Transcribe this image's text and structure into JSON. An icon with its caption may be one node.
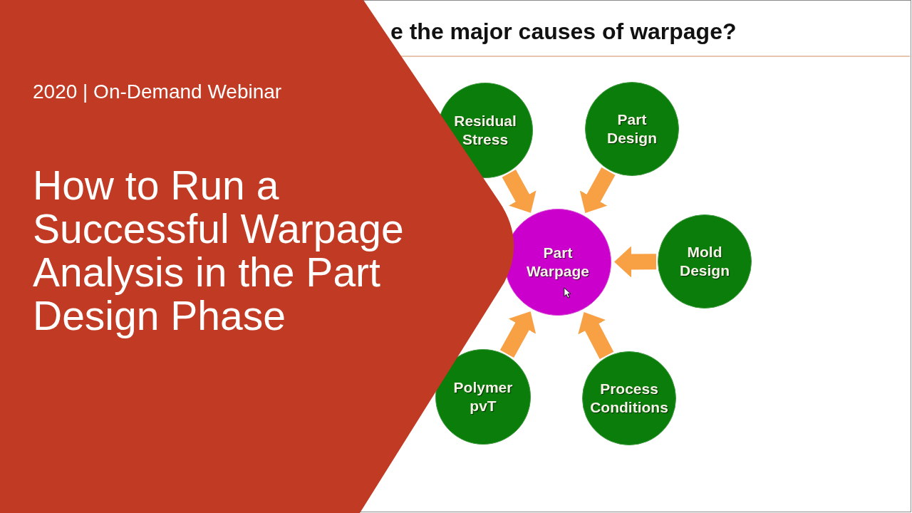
{
  "diagram": {
    "title": "How to Run a Successful Warpage Analysis in the Part Design Phase",
    "nodes": [
      {
        "text": [
          "Residual Stress"
        ]
      },
      {
        "text": [
          "Part Design"
        ]
      },
      {
        "text": [
          "Part Warpage"
        ]
      },
      {
        "text": [
          "Mold Design"
        ]
      },
      {
        "text": [
          "Polymer pvT"
        ]
      },
      {
        "text": [
          "Process Conditions"
        ]
      }
    ],
    "edges": [
      {
        "from": 0,
        "to": 2,
        "arrow": "to"
      },
      {
        "from": 1,
        "to": 2,
        "arrow": "to"
      },
      {
        "from": 3,
        "to": 2,
        "arrow": "to"
      },
      {
        "from": 5,
        "to": 2,
        "arrow": "to"
      },
      {
        "from": 4,
        "to": 2,
        "arrow": "to"
      }
    ],
    "labels": [
      "2020 | On-Demand Webinar",
      "e the major causes of warpage?"
    ]
  }
}
